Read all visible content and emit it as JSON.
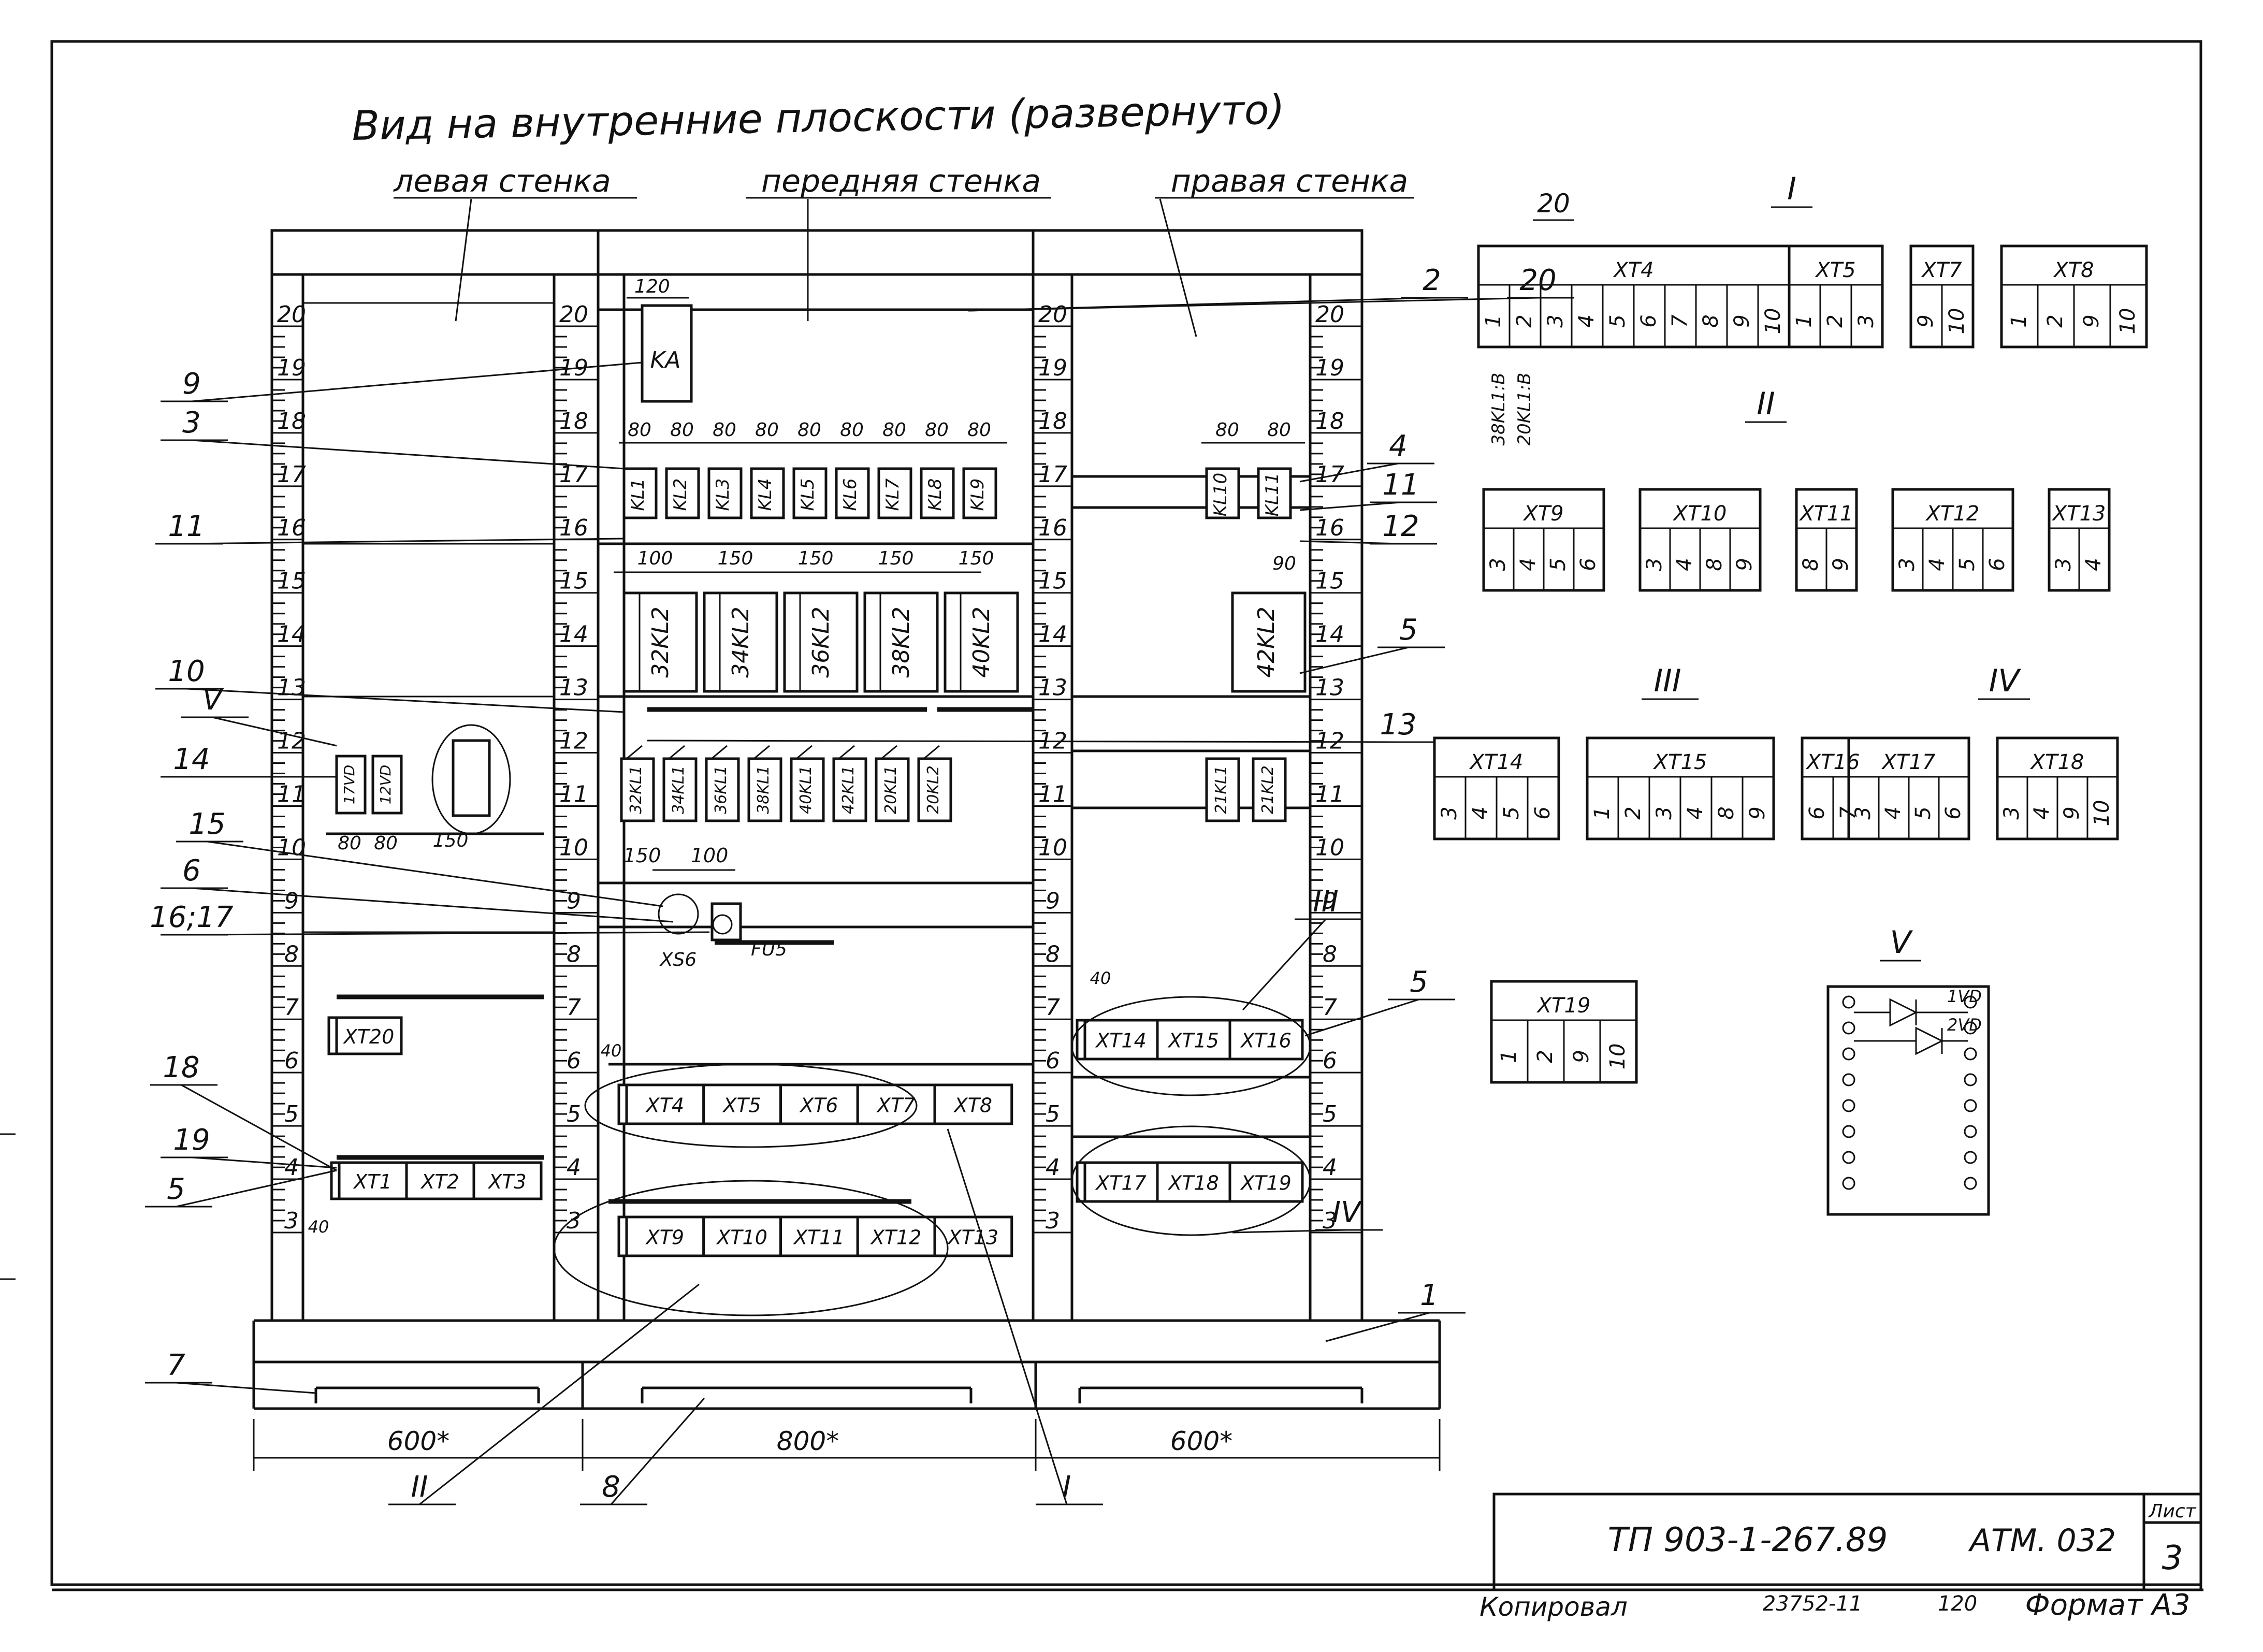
{
  "header": {
    "title": "Вид на внутренние плоскости (развернуто)",
    "wall_left": "левая стенка",
    "wall_front": "передняя стенка",
    "wall_right": "правая стенка"
  },
  "scale_marks": [
    "3",
    "4",
    "5",
    "6",
    "7",
    "8",
    "9",
    "10",
    "11",
    "12",
    "13",
    "14",
    "15",
    "16",
    "17",
    "18",
    "19",
    "20"
  ],
  "callouts": [
    "20",
    "2",
    "4",
    "11",
    "12",
    "5",
    "13",
    "9",
    "3",
    "11",
    "10",
    "V",
    "14",
    "15",
    "6",
    "16;17",
    "18",
    "19",
    "5",
    "7",
    "III",
    "5",
    "IV",
    "1",
    "II",
    "8",
    "I"
  ],
  "dimensions": {
    "left_width": "600*",
    "front_width": "800*",
    "right_width": "600*",
    "ka_offset": "120",
    "xs_offset": "150",
    "fu_offset": "100",
    "xt_offset": "40",
    "kl_spacing": [
      "80",
      "80",
      "80",
      "80",
      "80",
      "80",
      "80",
      "80",
      "80"
    ],
    "kl_right_spacing": [
      "80",
      "80"
    ],
    "relay_spacing": [
      "100",
      "150",
      "150",
      "150",
      "150"
    ],
    "relay_right": "90",
    "left_small": [
      "80",
      "80",
      "150"
    ]
  },
  "front_wall": {
    "ka": "KA",
    "kl_row": [
      "KL1",
      "KL2",
      "KL3",
      "KL4",
      "KL5",
      "KL6",
      "KL7",
      "KL8",
      "KL9"
    ],
    "relay_row": [
      "32KL2",
      "34KL2",
      "36KL2",
      "38KL2",
      "40KL2"
    ],
    "lower_relays": [
      "32KL1",
      "34KL1",
      "36KL1",
      "38KL1",
      "40KL1",
      "42KL1",
      "20KL1",
      "20KL2"
    ],
    "xs": "XS6",
    "fu": "FU5",
    "terminals_upper": [
      "XT4",
      "XT5",
      "XT6",
      "XT7",
      "XT8"
    ],
    "terminals_lower": [
      "XT9",
      "XT10",
      "XT11",
      "XT12",
      "XT13"
    ]
  },
  "left_wall": {
    "small_relays": [
      "17VD",
      "12VD"
    ],
    "xt20": "XT20",
    "terminals": [
      "XT1",
      "XT2",
      "XT3"
    ]
  },
  "right_wall": {
    "kl_row": [
      "KL10",
      "KL11"
    ],
    "relay": "42KL2",
    "lower_relays": [
      "21KL1",
      "21KL2"
    ],
    "terminals_upper": [
      "XT14",
      "XT15",
      "XT16"
    ],
    "terminals_lower": [
      "XT17",
      "XT18",
      "XT19"
    ]
  },
  "details": {
    "section_I": "I",
    "section_II": "II",
    "section_III": "III",
    "section_IV": "IV",
    "section_V": "V",
    "I": [
      {
        "name": "XT4",
        "cells": [
          "1",
          "2",
          "3",
          "4",
          "5",
          "6",
          "7",
          "8",
          "9",
          "10"
        ]
      },
      {
        "name": "XT5",
        "cells": [
          "1",
          "2",
          "3"
        ]
      },
      {
        "name": "XT7",
        "cells": [
          "9",
          "10"
        ]
      },
      {
        "name": "XT8",
        "cells": [
          "1",
          "2",
          "9",
          "10"
        ]
      }
    ],
    "wire_labels": [
      "38KL1:B",
      "20KL1:B"
    ],
    "II": [
      {
        "name": "XT9",
        "cells": [
          "3",
          "4",
          "5",
          "6"
        ]
      },
      {
        "name": "XT10",
        "cells": [
          "3",
          "4",
          "8",
          "9"
        ]
      },
      {
        "name": "XT11",
        "cells": [
          "8",
          "9"
        ]
      },
      {
        "name": "XT12",
        "cells": [
          "3",
          "4",
          "5",
          "6"
        ]
      },
      {
        "name": "XT13",
        "cells": [
          "3",
          "4"
        ]
      }
    ],
    "III": [
      {
        "name": "XT14",
        "cells": [
          "3",
          "4",
          "5",
          "6"
        ]
      },
      {
        "name": "XT15",
        "cells": [
          "1",
          "2",
          "3",
          "4",
          "8",
          "9"
        ]
      },
      {
        "name": "XT16",
        "cells": [
          "6",
          "7"
        ]
      }
    ],
    "IV": [
      {
        "name": "XT17",
        "cells": [
          "3",
          "4",
          "5",
          "6"
        ]
      },
      {
        "name": "XT18",
        "cells": [
          "3",
          "4",
          "9",
          "10"
        ]
      }
    ],
    "XT19": {
      "name": "XT19",
      "cells": [
        "1",
        "2",
        "9",
        "10"
      ]
    },
    "V_labels": [
      "1VD",
      "2VD"
    ]
  },
  "title_block": {
    "doc": "ТП 903-1-267.89",
    "code": "АТМ. 032",
    "sheet_label": "Лист",
    "sheet_no": "3",
    "copied": "Копировал",
    "copy_id": "23752-11",
    "num": "120",
    "format": "Формат А3"
  }
}
